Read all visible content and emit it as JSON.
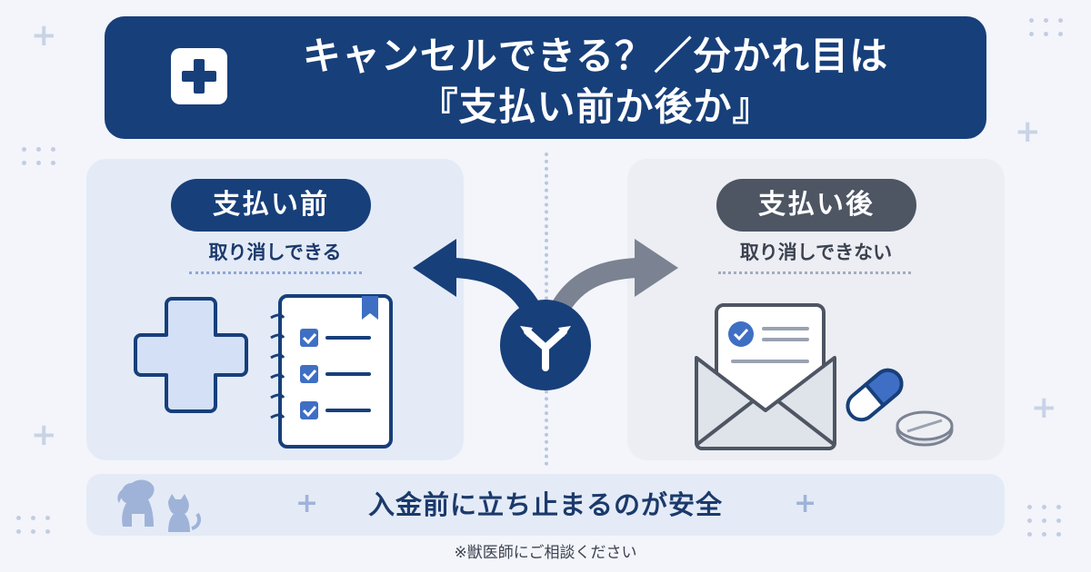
{
  "header": {
    "line1": "キャンセルできる？／分かれ目は",
    "line2": "『支払い前か後か』"
  },
  "left_panel": {
    "title": "支払い前",
    "subtitle": "取り消しできる"
  },
  "right_panel": {
    "title": "支払い後",
    "subtitle": "取り消しできない"
  },
  "bottom": {
    "message": "入金前に立ち止まるのが安全"
  },
  "footnote": "※獣医師にご相談ください",
  "colors": {
    "navy": "#173f7a",
    "slate": "#4e5563",
    "panel_left_bg": "#e4ebf7",
    "panel_right_bg": "#eceef3",
    "accent_blue": "#3f6fc4",
    "gray_arrow": "#7b8291"
  },
  "icons": {
    "header": "medical-cross-icon",
    "left": [
      "medical-cross-icon",
      "checklist-notebook-icon"
    ],
    "center": "fork-arrow-icon",
    "right": [
      "envelope-document-icon",
      "pill-capsule-icon",
      "tablet-icon"
    ],
    "bottom": "dog-cat-silhouette-icon"
  }
}
